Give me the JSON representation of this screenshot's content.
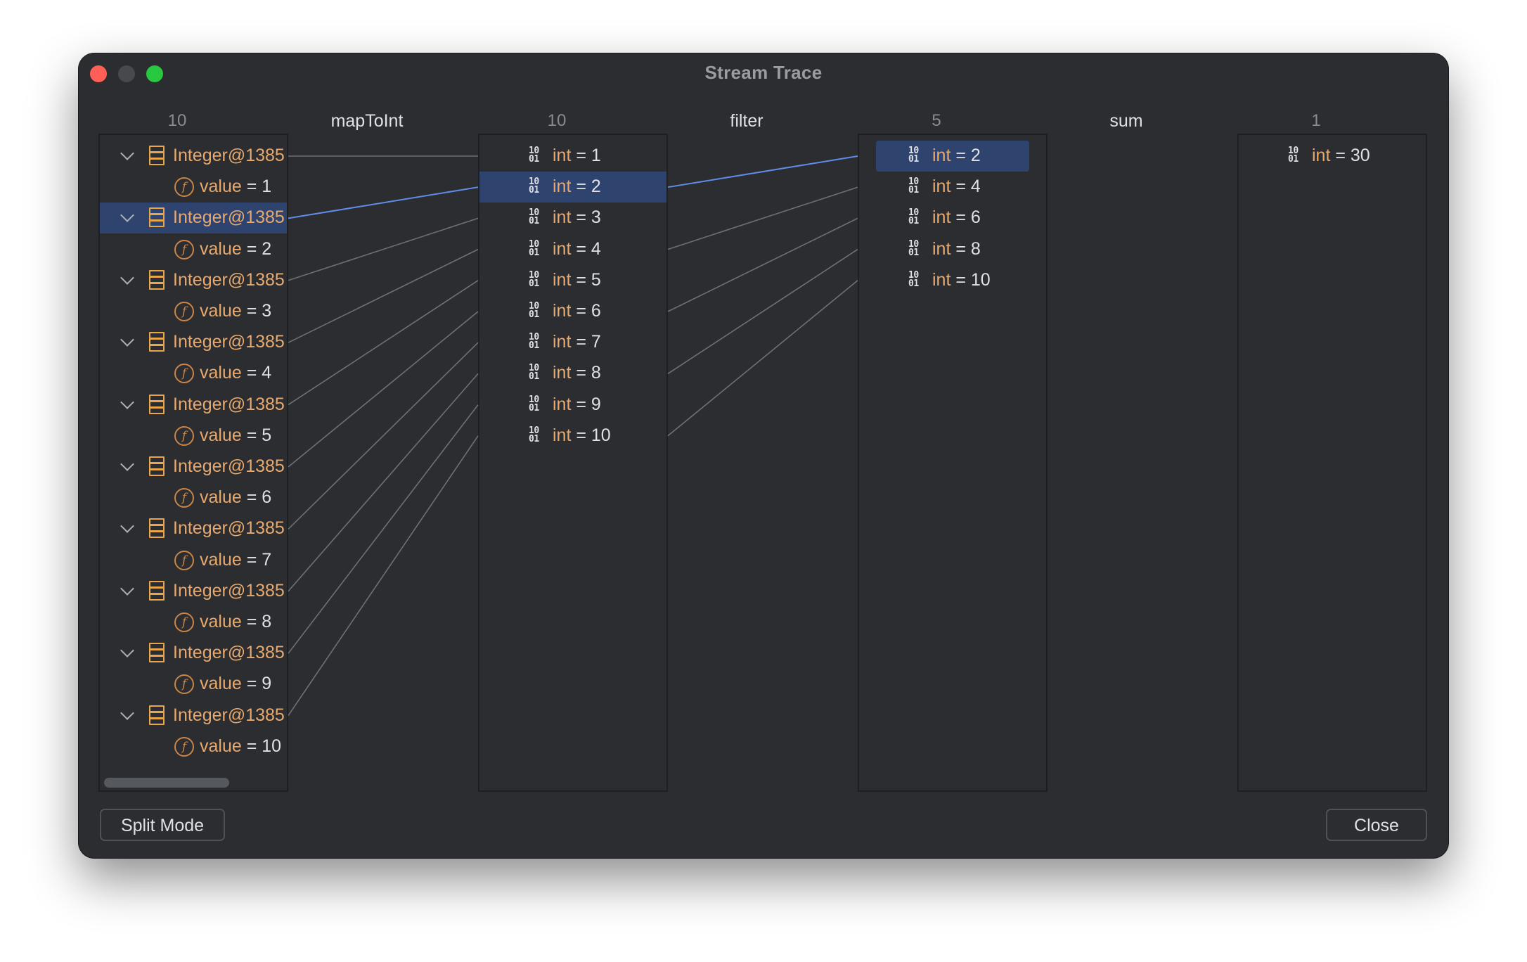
{
  "window": {
    "title": "Stream Trace"
  },
  "columns": [
    {
      "count": "10",
      "name": "mapToInt"
    },
    {
      "count": "10",
      "name": "filter"
    },
    {
      "count": "5",
      "name": "sum"
    },
    {
      "count": "1"
    }
  ],
  "source_items": [
    {
      "object": "Integer@1385",
      "field": "value",
      "value": "1"
    },
    {
      "object": "Integer@1385",
      "field": "value",
      "value": "2"
    },
    {
      "object": "Integer@1385",
      "field": "value",
      "value": "3"
    },
    {
      "object": "Integer@1385",
      "field": "value",
      "value": "4"
    },
    {
      "object": "Integer@1385",
      "field": "value",
      "value": "5"
    },
    {
      "object": "Integer@1385",
      "field": "value",
      "value": "6"
    },
    {
      "object": "Integer@1385",
      "field": "value",
      "value": "7"
    },
    {
      "object": "Integer@1385",
      "field": "value",
      "value": "8"
    },
    {
      "object": "Integer@1385",
      "field": "value",
      "value": "9"
    },
    {
      "object": "Integer@1385",
      "field": "value",
      "value": "10"
    }
  ],
  "source_selected_index": 1,
  "mapped_items": [
    {
      "type": "int",
      "value": "1"
    },
    {
      "type": "int",
      "value": "2"
    },
    {
      "type": "int",
      "value": "3"
    },
    {
      "type": "int",
      "value": "4"
    },
    {
      "type": "int",
      "value": "5"
    },
    {
      "type": "int",
      "value": "6"
    },
    {
      "type": "int",
      "value": "7"
    },
    {
      "type": "int",
      "value": "8"
    },
    {
      "type": "int",
      "value": "9"
    },
    {
      "type": "int",
      "value": "10"
    }
  ],
  "mapped_selected_index": 1,
  "filtered_items": [
    {
      "type": "int",
      "value": "2"
    },
    {
      "type": "int",
      "value": "4"
    },
    {
      "type": "int",
      "value": "6"
    },
    {
      "type": "int",
      "value": "8"
    },
    {
      "type": "int",
      "value": "10"
    }
  ],
  "filtered_selected_index": 0,
  "result_items": [
    {
      "type": "int",
      "value": "30"
    }
  ],
  "binary_icon_glyph": [
    "10",
    "01"
  ],
  "field_icon_glyph": "f",
  "buttons": {
    "split_mode": "Split Mode",
    "close": "Close"
  },
  "colors": {
    "background": "#2b2d30",
    "selection": "#2e436e",
    "link_line": "#6e7074",
    "selected_link_line": "#5f8de8",
    "key_text": "#e8a96e",
    "object_icon": "#e7a64b"
  }
}
